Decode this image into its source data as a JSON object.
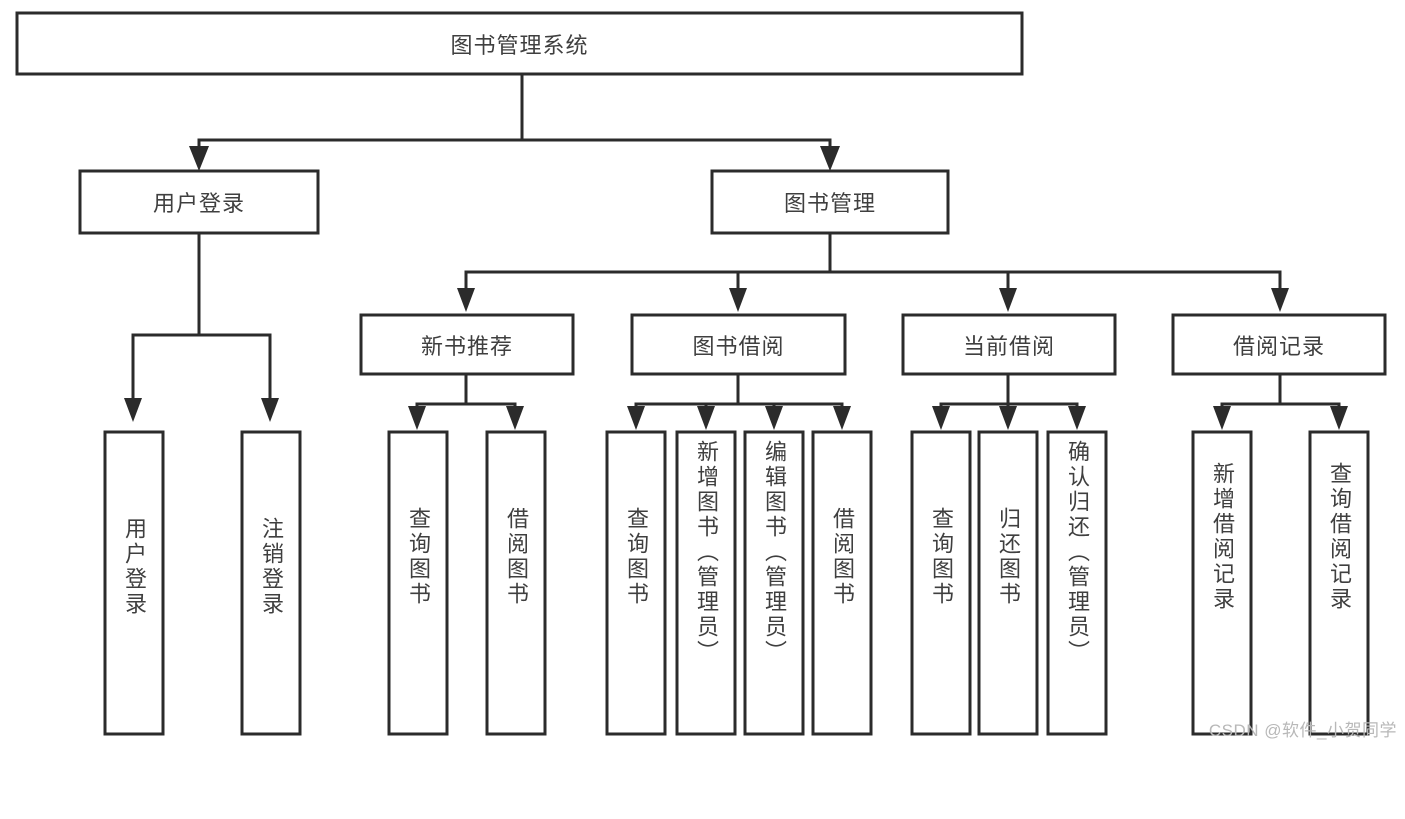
{
  "chart_data": {
    "type": "diagram",
    "title": "图书管理系统",
    "diagram_kind": "tree / functional decomposition chart",
    "orientation": "top-down",
    "root": "图书管理系统",
    "edges": [
      [
        "图书管理系统",
        "用户登录"
      ],
      [
        "图书管理系统",
        "图书管理"
      ],
      [
        "用户登录",
        "用户登录"
      ],
      [
        "用户登录",
        "注销登录"
      ],
      [
        "图书管理",
        "新书推荐"
      ],
      [
        "图书管理",
        "图书借阅"
      ],
      [
        "图书管理",
        "当前借阅"
      ],
      [
        "图书管理",
        "借阅记录"
      ],
      [
        "新书推荐",
        "查询图书"
      ],
      [
        "新书推荐",
        "借阅图书"
      ],
      [
        "图书借阅",
        "查询图书"
      ],
      [
        "图书借阅",
        "新增图书（管理员）"
      ],
      [
        "图书借阅",
        "编辑图书（管理员）"
      ],
      [
        "图书借阅",
        "借阅图书"
      ],
      [
        "当前借阅",
        "查询图书"
      ],
      [
        "当前借阅",
        "归还图书"
      ],
      [
        "当前借阅",
        "确认归还（管理员）"
      ],
      [
        "借阅记录",
        "新增借阅记录"
      ],
      [
        "借阅记录",
        "查询借阅记录"
      ]
    ]
  },
  "diagram": {
    "root": {
      "label": "图书管理系统"
    },
    "level2": [
      {
        "label": "用户登录"
      },
      {
        "label": "图书管理"
      }
    ],
    "level3": [
      {
        "label": "新书推荐"
      },
      {
        "label": "图书借阅"
      },
      {
        "label": "当前借阅"
      },
      {
        "label": "借阅记录"
      }
    ],
    "leaves_user_login": [
      {
        "label": "用户登录"
      },
      {
        "label": "注销登录"
      }
    ],
    "leaves_new_book": [
      {
        "label": "查询图书"
      },
      {
        "label": "借阅图书"
      }
    ],
    "leaves_borrow": [
      {
        "label": "查询图书"
      },
      {
        "label": "新增图书（管理员）"
      },
      {
        "label": "编辑图书（管理员）"
      },
      {
        "label": "借阅图书"
      }
    ],
    "leaves_current": [
      {
        "label": "查询图书"
      },
      {
        "label": "归还图书"
      },
      {
        "label": "确认归还（管理员）"
      }
    ],
    "leaves_records": [
      {
        "label": "新增借阅记录"
      },
      {
        "label": "查询借阅记录"
      }
    ]
  },
  "watermark": {
    "text": "CSDN @软件_小贺同学"
  },
  "colors": {
    "stroke": "#2b2b2b",
    "fill": "#ffffff",
    "text": "#3f3f3f",
    "watermark": "#b8b8b8",
    "background": "#ffffff"
  }
}
